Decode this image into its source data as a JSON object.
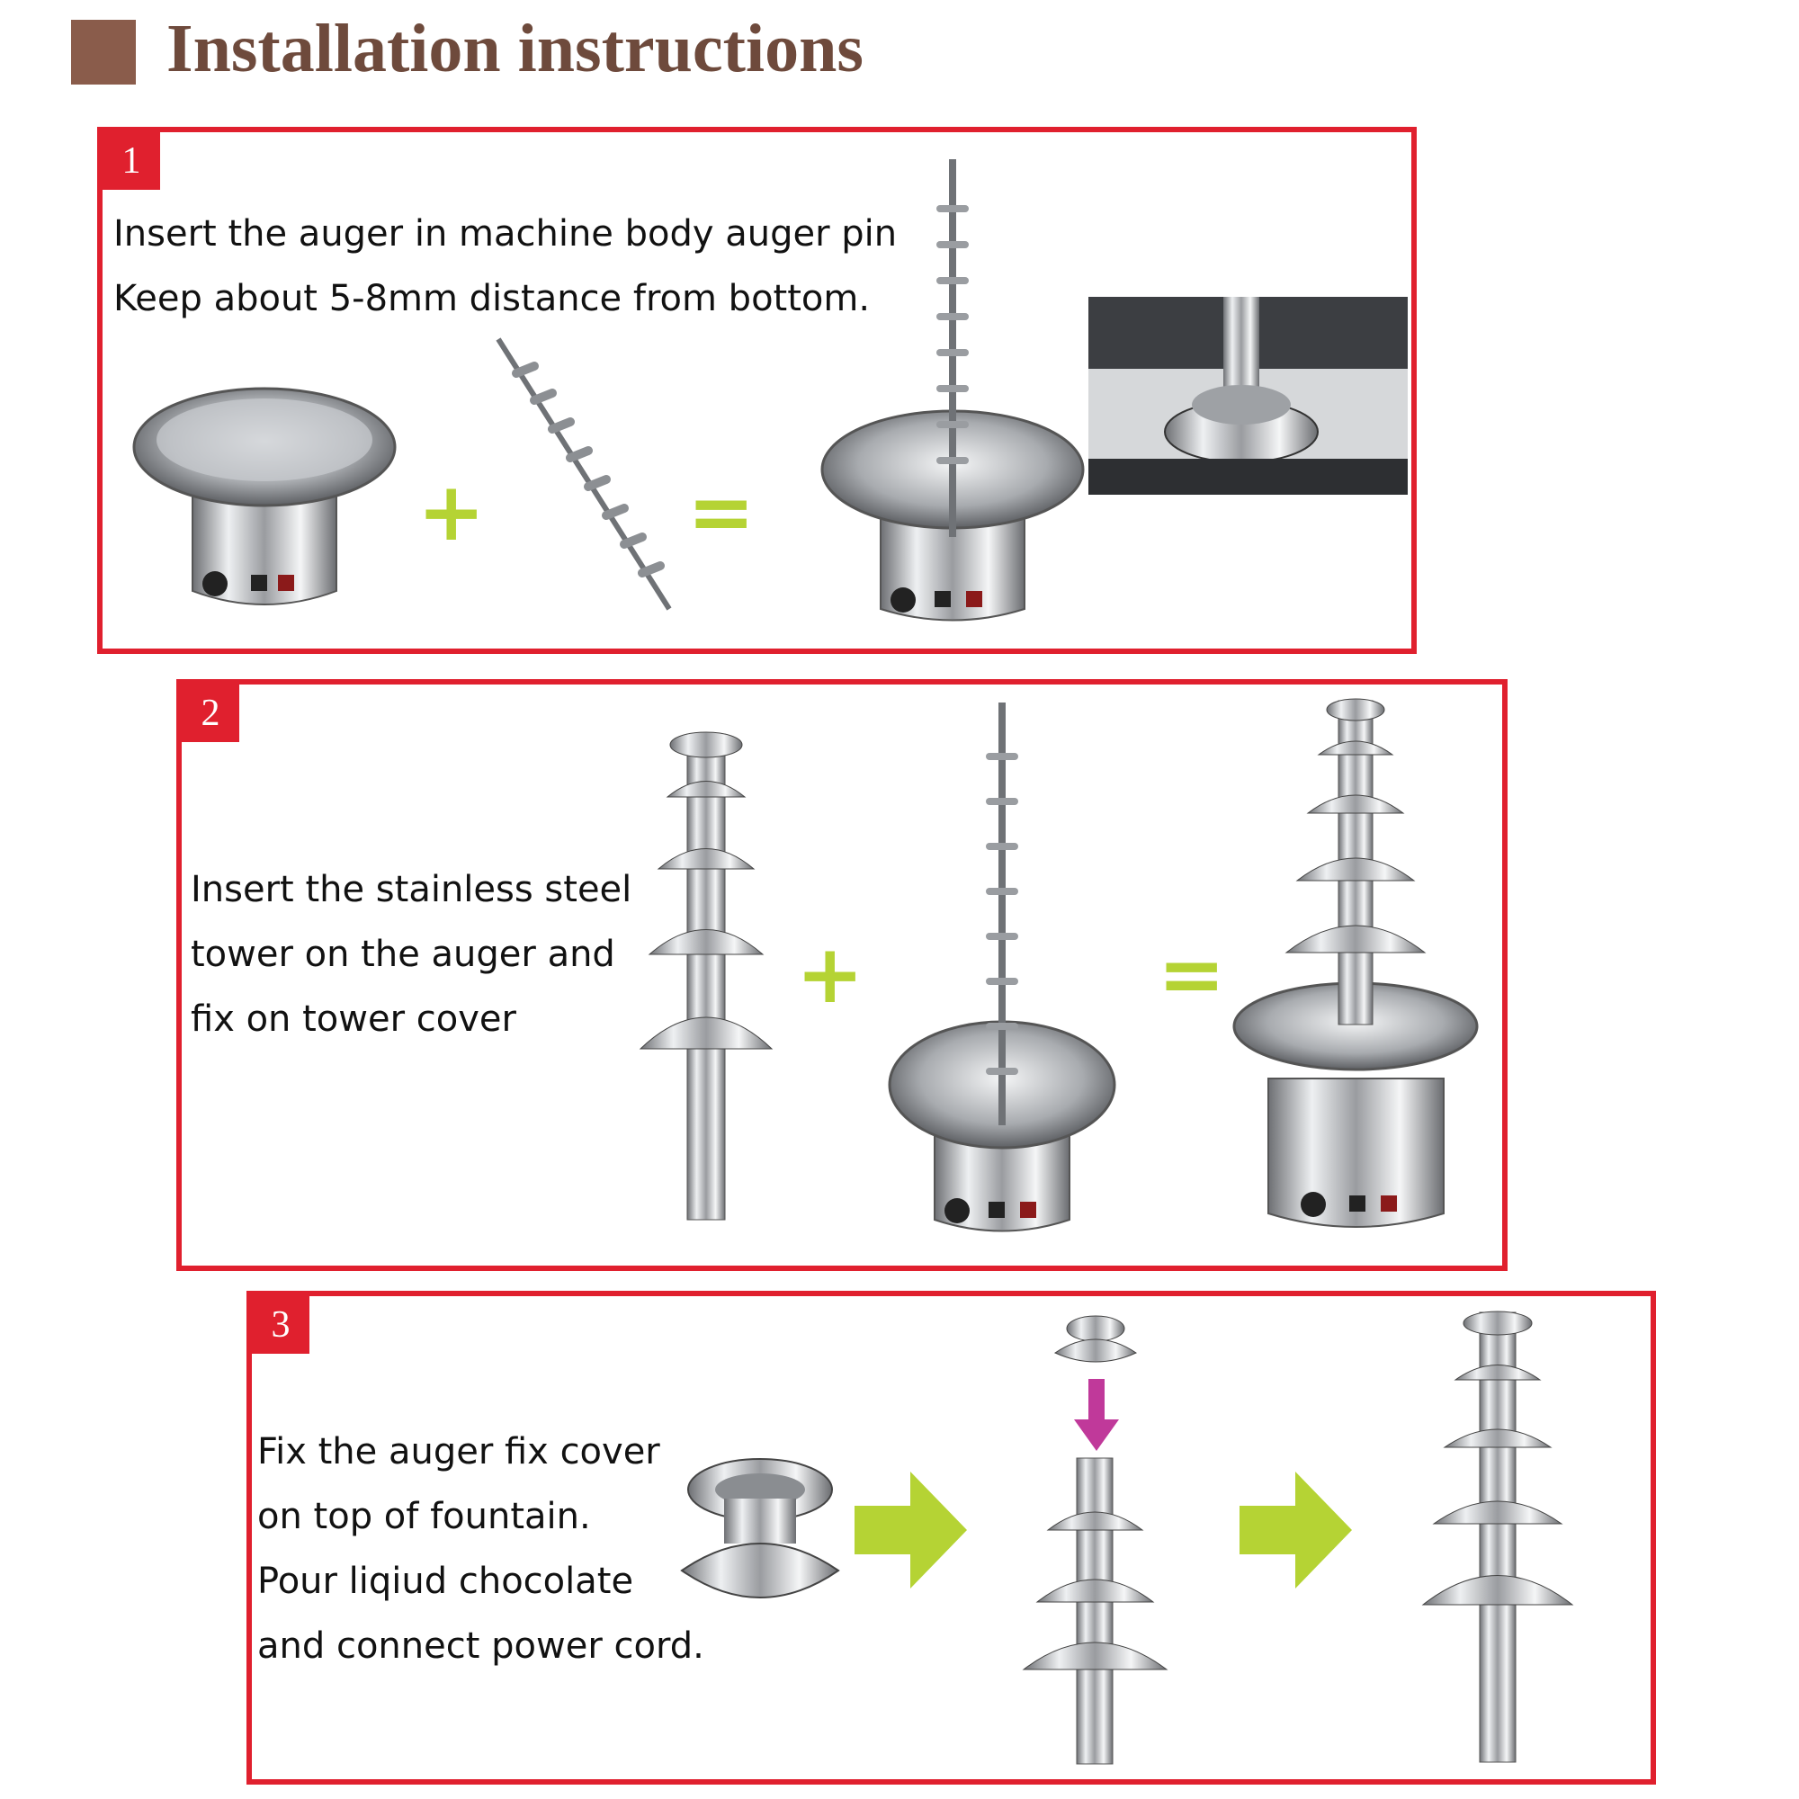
{
  "header": {
    "title": "Installation instructions"
  },
  "steps": [
    {
      "number": "1",
      "lines": [
        "Insert the auger in machine body auger pin",
        "Keep about 5-8mm distance from bottom."
      ]
    },
    {
      "number": "2",
      "lines": [
        "Insert the stainless steel",
        "tower on the auger and",
        "fix on tower cover"
      ]
    },
    {
      "number": "3",
      "lines": [
        "Fix the auger fix cover",
        "on top of fountain.",
        "Pour liqiud chocolate",
        "and connect power cord."
      ]
    }
  ],
  "colors": {
    "accent": "#e0202e",
    "brand": "#8a5c4b",
    "operator": "#b5d334",
    "arrow": "#b5d334",
    "down_arrow": "#c0399a"
  }
}
